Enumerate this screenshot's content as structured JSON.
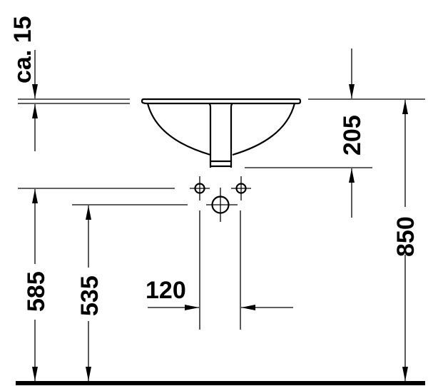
{
  "drawing": {
    "type": "undercounter washbasin installation dimensions",
    "units": "mm",
    "colors": {
      "line": "#000000",
      "background": "#ffffff"
    }
  },
  "dimensions": {
    "rim_thickness": {
      "label": "ca. 15"
    },
    "basin_depth": {
      "label": "205"
    },
    "rim_height": {
      "label": "850"
    },
    "supply_height": {
      "label": "585"
    },
    "waste_height": {
      "label": "535"
    },
    "supply_spacing": {
      "label": "120"
    }
  }
}
